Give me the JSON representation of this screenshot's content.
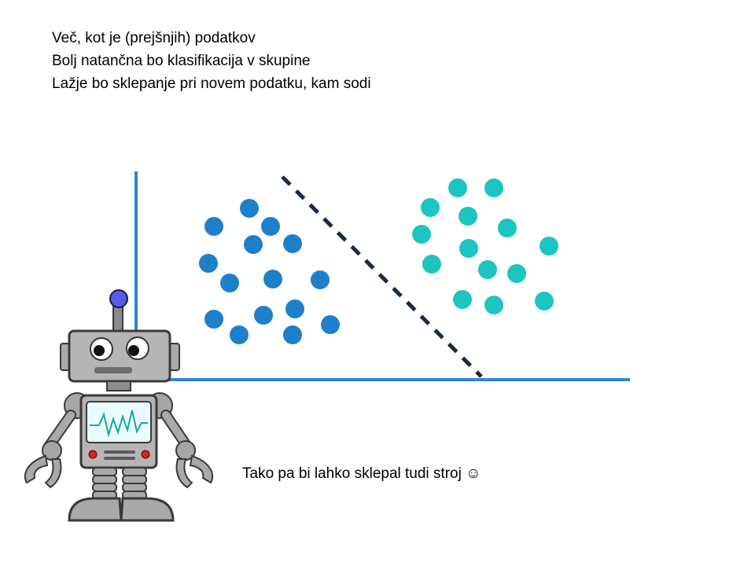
{
  "slide": {
    "lines": [
      "Več, kot je (prejšnjih) podatkov",
      "Bolj natančna bo klasifikacija v skupine",
      "Lažje bo sklepanje pri novem podatku, kam sodi"
    ],
    "caption": "Tako pa bi lahko sklepal tudi stroj ☺"
  },
  "chart_data": {
    "type": "scatter",
    "colors": {
      "axis": "#2E86D6",
      "boundary": "#1B2A44",
      "group_a": "#1E7FCB",
      "group_b": "#1CC5BF"
    },
    "series": [
      {
        "points": [
          [
            317,
            265
          ],
          [
            272,
            288
          ],
          [
            344,
            288
          ],
          [
            322,
            311
          ],
          [
            372,
            310
          ],
          [
            265,
            335
          ],
          [
            292,
            360
          ],
          [
            347,
            355
          ],
          [
            407,
            356
          ],
          [
            375,
            393
          ],
          [
            272,
            406
          ],
          [
            335,
            401
          ],
          [
            304,
            426
          ],
          [
            372,
            426
          ],
          [
            420,
            413
          ]
        ]
      },
      {
        "points": [
          [
            582,
            239
          ],
          [
            628,
            239
          ],
          [
            547,
            264
          ],
          [
            595,
            275
          ],
          [
            536,
            298
          ],
          [
            645,
            290
          ],
          [
            596,
            316
          ],
          [
            698,
            313
          ],
          [
            549,
            336
          ],
          [
            620,
            343
          ],
          [
            657,
            348
          ],
          [
            588,
            381
          ],
          [
            628,
            388
          ],
          [
            692,
            383
          ]
        ]
      }
    ]
  },
  "robot": {
    "icon": "robot-icon"
  }
}
